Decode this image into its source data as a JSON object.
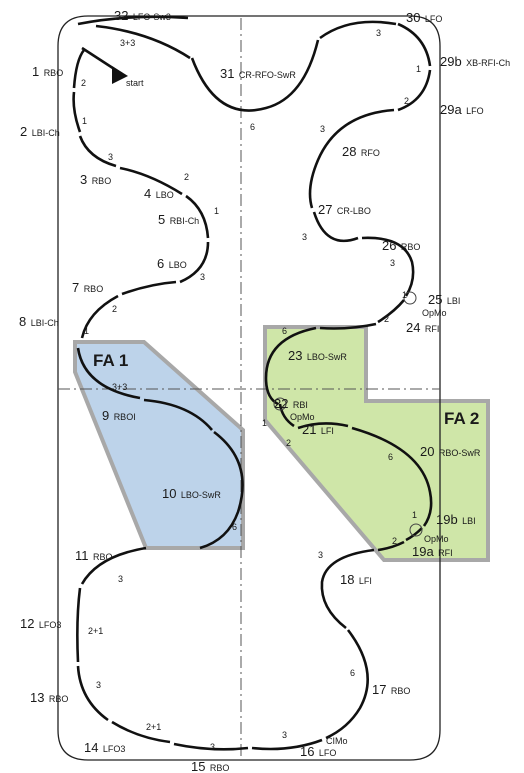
{
  "diagram": {
    "start_label": "start",
    "colors": {
      "fa1_fill": "#bdd3ea",
      "fa2_fill": "#cfe6a8",
      "fa_border": "#a8a8a8",
      "path": "#111111"
    },
    "areas": [
      {
        "id": "fa1",
        "title": "FA 1"
      },
      {
        "id": "fa2",
        "title": "FA 2"
      }
    ],
    "elements": [
      {
        "number": "1",
        "label": "RBO"
      },
      {
        "number": "2",
        "label": "LBI-Ch"
      },
      {
        "number": "3",
        "label": "RBO"
      },
      {
        "number": "4",
        "label": "LBO"
      },
      {
        "number": "5",
        "label": "RBI-Ch"
      },
      {
        "number": "6",
        "label": "LBO"
      },
      {
        "number": "7",
        "label": "RBO"
      },
      {
        "number": "8",
        "label": "LBI-Ch"
      },
      {
        "number": "9",
        "label": "RBOI"
      },
      {
        "number": "10",
        "label": "LBO-SwR"
      },
      {
        "number": "11",
        "label": "RBO"
      },
      {
        "number": "12",
        "label": "LFO3"
      },
      {
        "number": "13",
        "label": "RBO"
      },
      {
        "number": "14",
        "label": "LFO3"
      },
      {
        "number": "15",
        "label": "RBO"
      },
      {
        "number": "16",
        "label": "LFO"
      },
      {
        "number": "17",
        "label": "RBO"
      },
      {
        "number": "18",
        "label": "LFI"
      },
      {
        "number": "19a",
        "label": "RFI"
      },
      {
        "number": "19b",
        "label": "LBI"
      },
      {
        "number": "20",
        "label": "RBO-SwR"
      },
      {
        "number": "21",
        "label": "LFI"
      },
      {
        "number": "22",
        "label": "RBI"
      },
      {
        "number": "23",
        "label": "LBO-SwR"
      },
      {
        "number": "24",
        "label": "RFI"
      },
      {
        "number": "25",
        "label": "LBI"
      },
      {
        "number": "26",
        "label": "RBO"
      },
      {
        "number": "27",
        "label": "CR-LBO"
      },
      {
        "number": "28",
        "label": "RFO"
      },
      {
        "number": "29a",
        "label": "LFO"
      },
      {
        "number": "29b",
        "label": "XB-RFI-Ch"
      },
      {
        "number": "30",
        "label": "LFO"
      },
      {
        "number": "31",
        "label": "CR-RFO-SwR"
      },
      {
        "number": "32",
        "label": "LFO-Sw3"
      }
    ],
    "turn_notes": [
      "OpMo",
      "OpMo",
      "OpMo",
      "CIMo"
    ],
    "beat_counts": [
      "3+3",
      "2",
      "1",
      "3",
      "2",
      "1",
      "3",
      "2",
      "1",
      "3+3",
      "6",
      "3",
      "2+1",
      "3",
      "2+1",
      "3",
      "3",
      "6",
      "3",
      "1",
      "2",
      "6",
      "1",
      "2",
      "6",
      "1",
      "2",
      "3",
      "3",
      "3",
      "2",
      "1",
      "3",
      "6"
    ]
  }
}
